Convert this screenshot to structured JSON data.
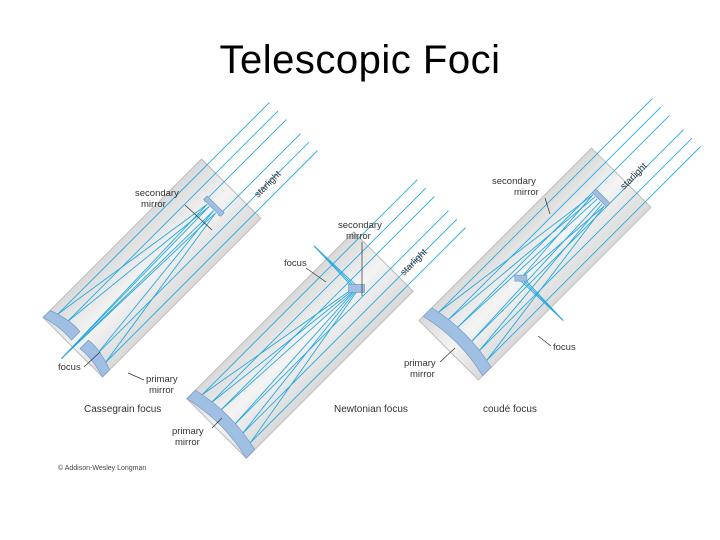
{
  "slide": {
    "title": "Telescopic Foci"
  },
  "diagrams": {
    "cassegrain": {
      "caption": "Cassegrain focus",
      "starlight": "starlight",
      "secondary_line1": "secondary",
      "secondary_line2": "mirror",
      "primary_line1": "primary",
      "primary_line2": "mirror",
      "focus": "focus"
    },
    "newtonian": {
      "caption": "Newtonian focus",
      "starlight": "starlight",
      "secondary_line1": "secondary",
      "secondary_line2": "mirror",
      "primary_line1": "primary",
      "primary_line2": "mirror",
      "focus": "focus"
    },
    "coude": {
      "caption": "coudé focus",
      "starlight": "starlight",
      "secondary_line1": "secondary",
      "secondary_line2": "mirror",
      "primary_line1": "primary",
      "primary_line2": "mirror",
      "focus": "focus"
    }
  },
  "credit": "© Addison-Wesley Longman",
  "colors": {
    "tube": "#e6e6e6",
    "tube_edge": "#bdbdbd",
    "ray": "#29a9dd",
    "mirror": "#9fbfe3",
    "leader": "#333333"
  }
}
